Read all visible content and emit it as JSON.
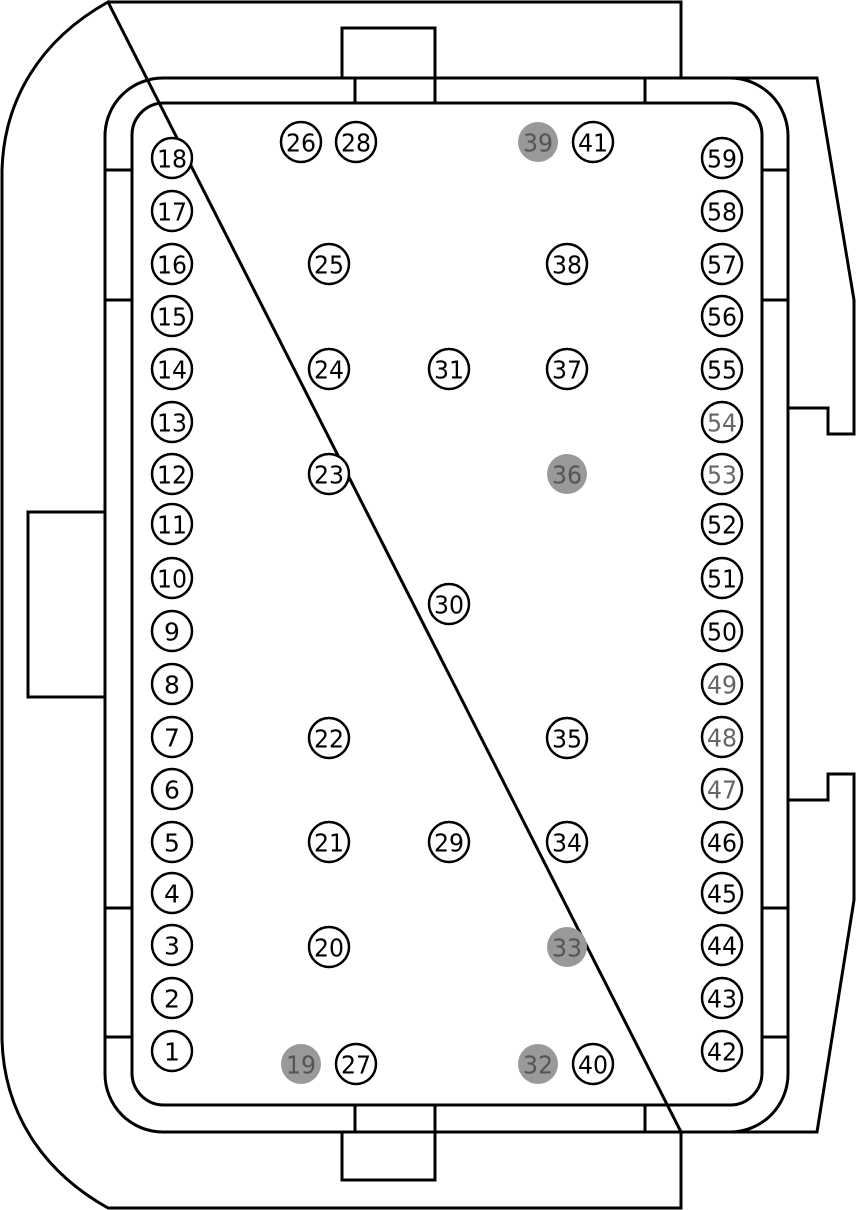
{
  "colors": {
    "stroke": "#000000",
    "pin_fill": "#ffffff",
    "pin_text": "#000000",
    "filled_pin_fill": "#999999",
    "filled_pin_text": "#555555",
    "muted_pin_text": "#666666"
  },
  "pins": [
    {
      "label": "1",
      "state": "normal"
    },
    {
      "label": "2",
      "state": "normal"
    },
    {
      "label": "3",
      "state": "normal"
    },
    {
      "label": "4",
      "state": "normal"
    },
    {
      "label": "5",
      "state": "normal"
    },
    {
      "label": "6",
      "state": "normal"
    },
    {
      "label": "7",
      "state": "normal"
    },
    {
      "label": "8",
      "state": "normal"
    },
    {
      "label": "9",
      "state": "normal"
    },
    {
      "label": "10",
      "state": "normal"
    },
    {
      "label": "11",
      "state": "normal"
    },
    {
      "label": "12",
      "state": "normal"
    },
    {
      "label": "13",
      "state": "normal"
    },
    {
      "label": "14",
      "state": "normal"
    },
    {
      "label": "15",
      "state": "normal"
    },
    {
      "label": "16",
      "state": "normal"
    },
    {
      "label": "17",
      "state": "normal"
    },
    {
      "label": "18",
      "state": "normal"
    },
    {
      "label": "19",
      "state": "filled"
    },
    {
      "label": "20",
      "state": "normal"
    },
    {
      "label": "21",
      "state": "normal"
    },
    {
      "label": "22",
      "state": "normal"
    },
    {
      "label": "23",
      "state": "normal"
    },
    {
      "label": "24",
      "state": "normal"
    },
    {
      "label": "25",
      "state": "normal"
    },
    {
      "label": "26",
      "state": "normal"
    },
    {
      "label": "27",
      "state": "normal"
    },
    {
      "label": "28",
      "state": "normal"
    },
    {
      "label": "29",
      "state": "normal"
    },
    {
      "label": "30",
      "state": "normal"
    },
    {
      "label": "31",
      "state": "normal"
    },
    {
      "label": "32",
      "state": "filled"
    },
    {
      "label": "33",
      "state": "filled"
    },
    {
      "label": "34",
      "state": "normal"
    },
    {
      "label": "35",
      "state": "normal"
    },
    {
      "label": "36",
      "state": "filled"
    },
    {
      "label": "37",
      "state": "normal"
    },
    {
      "label": "38",
      "state": "normal"
    },
    {
      "label": "39",
      "state": "filled"
    },
    {
      "label": "40",
      "state": "normal"
    },
    {
      "label": "41",
      "state": "normal"
    },
    {
      "label": "42",
      "state": "normal"
    },
    {
      "label": "43",
      "state": "normal"
    },
    {
      "label": "44",
      "state": "normal"
    },
    {
      "label": "45",
      "state": "normal"
    },
    {
      "label": "46",
      "state": "normal"
    },
    {
      "label": "47",
      "state": "muted"
    },
    {
      "label": "48",
      "state": "muted"
    },
    {
      "label": "49",
      "state": "muted"
    },
    {
      "label": "50",
      "state": "normal"
    },
    {
      "label": "51",
      "state": "normal"
    },
    {
      "label": "52",
      "state": "normal"
    },
    {
      "label": "53",
      "state": "muted"
    },
    {
      "label": "54",
      "state": "muted"
    },
    {
      "label": "55",
      "state": "normal"
    },
    {
      "label": "56",
      "state": "normal"
    },
    {
      "label": "57",
      "state": "normal"
    },
    {
      "label": "58",
      "state": "normal"
    },
    {
      "label": "59",
      "state": "normal"
    }
  ]
}
